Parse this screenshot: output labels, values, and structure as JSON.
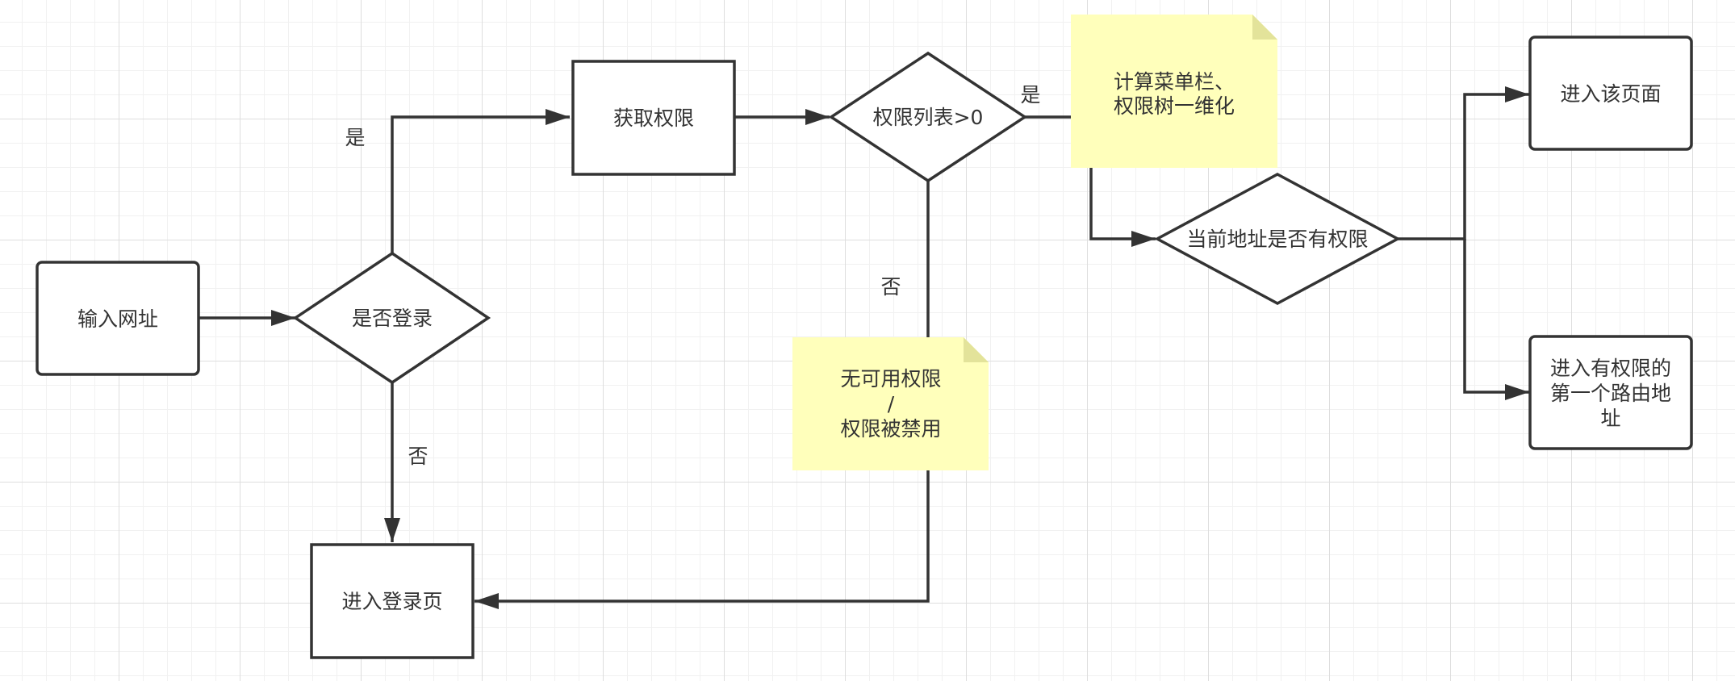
{
  "colors": {
    "stroke": "#333333",
    "note_fill": "#ffffbb",
    "note_fold": "#e3e39a",
    "text": "#333333"
  },
  "nodes": {
    "input_url": {
      "shape": "rounded-rect",
      "lines": [
        "输入网址"
      ]
    },
    "is_logged_in": {
      "shape": "diamond",
      "lines": [
        "是否登录"
      ]
    },
    "get_permissions": {
      "shape": "rect",
      "lines": [
        "获取权限"
      ]
    },
    "permission_list_check": {
      "shape": "diamond",
      "lines": [
        "权限列表>0"
      ]
    },
    "compute_menu_note": {
      "shape": "note",
      "lines": [
        "计算菜单栏、",
        "权限树一维化"
      ]
    },
    "no_permission_note": {
      "shape": "note",
      "lines": [
        "无可用权限",
        "/",
        "权限被禁用"
      ]
    },
    "current_address_check": {
      "shape": "diamond",
      "lines": [
        "当前地址是否有权限"
      ]
    },
    "enter_page": {
      "shape": "rounded-rect",
      "lines": [
        "进入该页面"
      ]
    },
    "enter_first_route": {
      "shape": "rounded-rect",
      "lines": [
        "进入有权限的",
        "第一个路由地",
        "址"
      ]
    },
    "login_page": {
      "shape": "rect",
      "lines": [
        "进入登录页"
      ]
    }
  },
  "edges": {
    "input_to_login_check": {
      "from": "输入网址",
      "to": "是否登录",
      "label": ""
    },
    "login_yes": {
      "from": "是否登录",
      "to": "获取权限",
      "label": "是"
    },
    "login_no": {
      "from": "是否登录",
      "to": "进入登录页",
      "label": "否"
    },
    "get_to_check": {
      "from": "获取权限",
      "to": "权限列表>0",
      "label": ""
    },
    "list_yes": {
      "from": "权限列表>0",
      "to": "计算菜单栏、权限树一维化",
      "label": "是"
    },
    "list_no": {
      "from": "权限列表>0",
      "to": "无可用权限/权限被禁用",
      "label": "否"
    },
    "note_to_login": {
      "from": "无可用权限/权限被禁用",
      "to": "进入登录页",
      "label": ""
    },
    "note_to_address_check": {
      "from": "计算菜单栏、权限树一维化",
      "to": "当前地址是否有权限",
      "label": ""
    },
    "address_to_page": {
      "from": "当前地址是否有权限",
      "to": "进入该页面",
      "label": ""
    },
    "address_to_first_route": {
      "from": "当前地址是否有权限",
      "to": "进入有权限的第一个路由地址",
      "label": ""
    }
  }
}
